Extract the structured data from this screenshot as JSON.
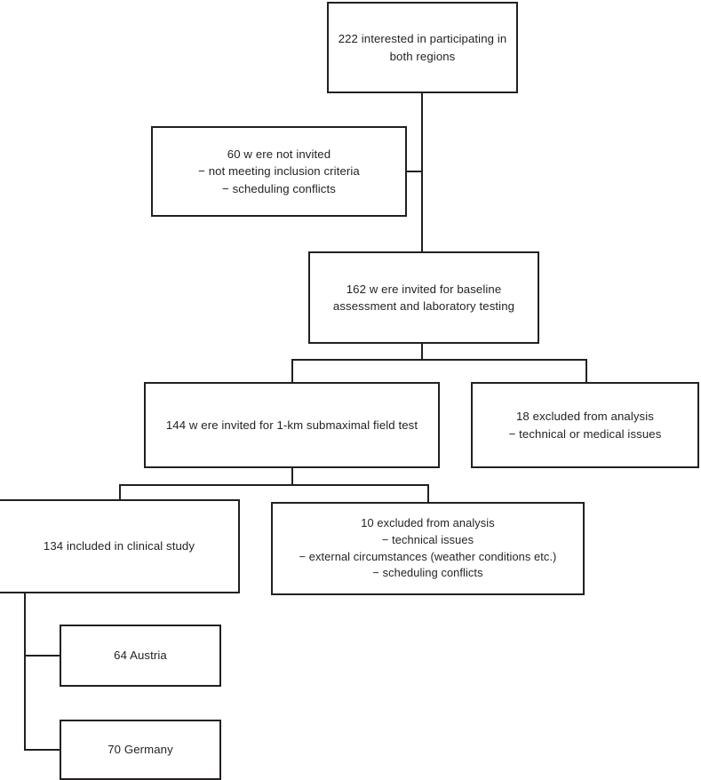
{
  "diagram": {
    "type": "participant-flow-diagram",
    "line_color": "#231f20",
    "background_color": "#ffffff",
    "nodes": {
      "interested": {
        "label": "222 interested in participating in\nboth regions",
        "count": 222
      },
      "not_invited": {
        "label": "60 w ere not invited\n− not meeting inclusion criteria\n− scheduling conflicts",
        "count": 60
      },
      "baseline": {
        "label": "162 w ere invited for baseline\nassessment and laboratory testing",
        "count": 162
      },
      "field_test": {
        "label": "144 w ere invited for 1-km submaximal field test",
        "count": 144
      },
      "excluded_18": {
        "label": "18 excluded from analysis\n− technical or medical issues",
        "count": 18
      },
      "included_134": {
        "label": "134 included in clinical study",
        "count": 134
      },
      "excluded_10": {
        "label": "10 excluded from analysis\n− technical issues\n− external circumstances (weather conditions etc.)\n− scheduling conflicts",
        "count": 10
      },
      "austria": {
        "label": "64 Austria",
        "count": 64
      },
      "germany": {
        "label": "70 Germany",
        "count": 70
      }
    }
  }
}
